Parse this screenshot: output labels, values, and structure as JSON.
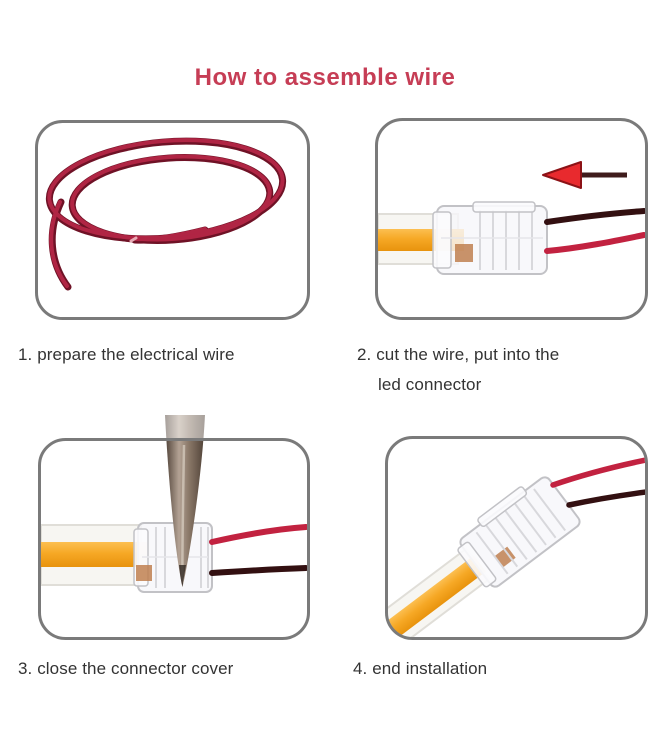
{
  "page": {
    "title": "How to assemble wire",
    "background": "#ffffff"
  },
  "colors": {
    "title_red": "#c63d55",
    "caption_text": "#333333",
    "frame_border": "#7a7a7a",
    "coil_red": "#b02544",
    "coil_red_dark": "#6f1226",
    "arrow_red": "#e82a2e",
    "arrow_outline": "#8c1216",
    "arrow_shaft": "#3f1c1c",
    "led_strip_amber": "#f29d14",
    "led_strip_amber_light": "#fcbf51",
    "strip_body": "#f7f6f2",
    "connector_plastic": "#c2c2c6",
    "copper_pad": "#bf8050",
    "wire_dark": "#331011",
    "wire_red": "#c22240",
    "pliers_metal_light": "#b3a294",
    "pliers_metal": "#8a7868",
    "pliers_metal_dark": "#4e4036"
  },
  "steps": [
    {
      "number": "1",
      "caption": "1. prepare the electrical wire",
      "illustration": "coiled-electrical-wire"
    },
    {
      "number": "2",
      "caption": "2. cut the wire, put into the",
      "caption_line2": "led connector",
      "illustration": "wire-inserted-into-led-connector"
    },
    {
      "number": "3",
      "caption": "3. close the connector cover",
      "illustration": "pliers-closing-connector-cover"
    },
    {
      "number": "4",
      "caption": "4. end installation",
      "illustration": "finished-led-strip-connection"
    }
  ]
}
